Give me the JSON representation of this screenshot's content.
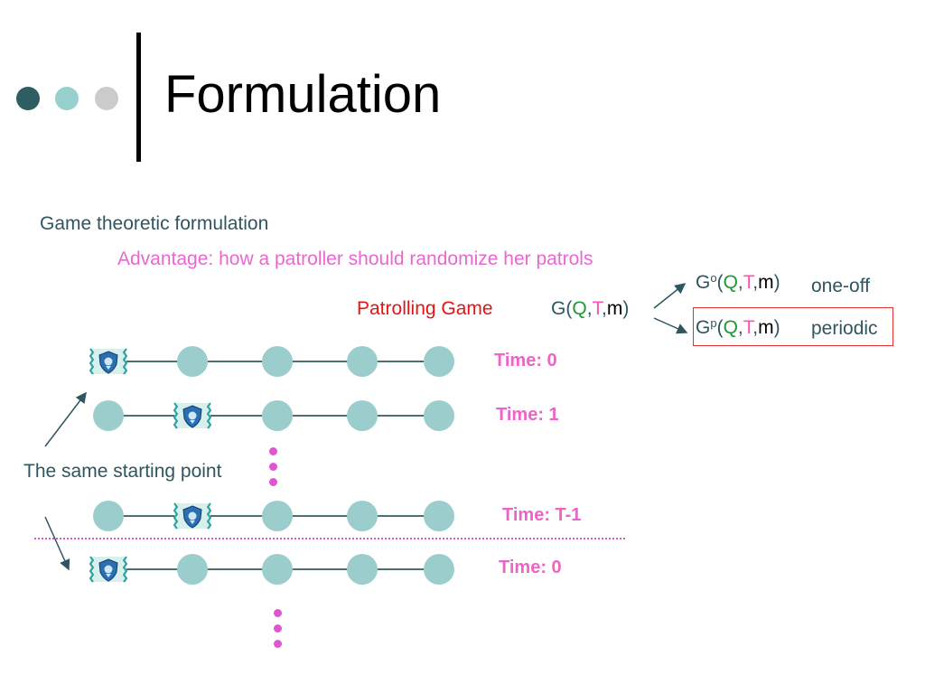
{
  "slide": {
    "title": "Formulation",
    "subtitle": "Game theoretic formulation",
    "advantage": "Advantage: how a patroller should randomize her patrols",
    "patrolling_game": "Patrolling Game",
    "same_start": "The same starting point"
  },
  "formula": {
    "main": {
      "g": "G",
      "q": "Q",
      "t": "T",
      "m": "m"
    },
    "oneoff": {
      "g": "G",
      "sup": "o",
      "q": "Q",
      "t": "T",
      "m": "m",
      "label": "one-off"
    },
    "periodic": {
      "g": "G",
      "sup": "p",
      "q": "Q",
      "t": "T",
      "m": "m",
      "label": "periodic"
    }
  },
  "time_labels": [
    "Time: 0",
    "Time: 1",
    "Time: T-1",
    "Time: 0"
  ],
  "patrol_rows": [
    {
      "guard_at": 0
    },
    {
      "guard_at": 1
    },
    {
      "guard_at": 1
    },
    {
      "guard_at": 0
    }
  ],
  "colors": {
    "node": "#9ccdcd",
    "accent_pink": "#e868d0",
    "text_teal": "#2f5560",
    "red": "#e01515",
    "green": "#1d9a2e"
  }
}
